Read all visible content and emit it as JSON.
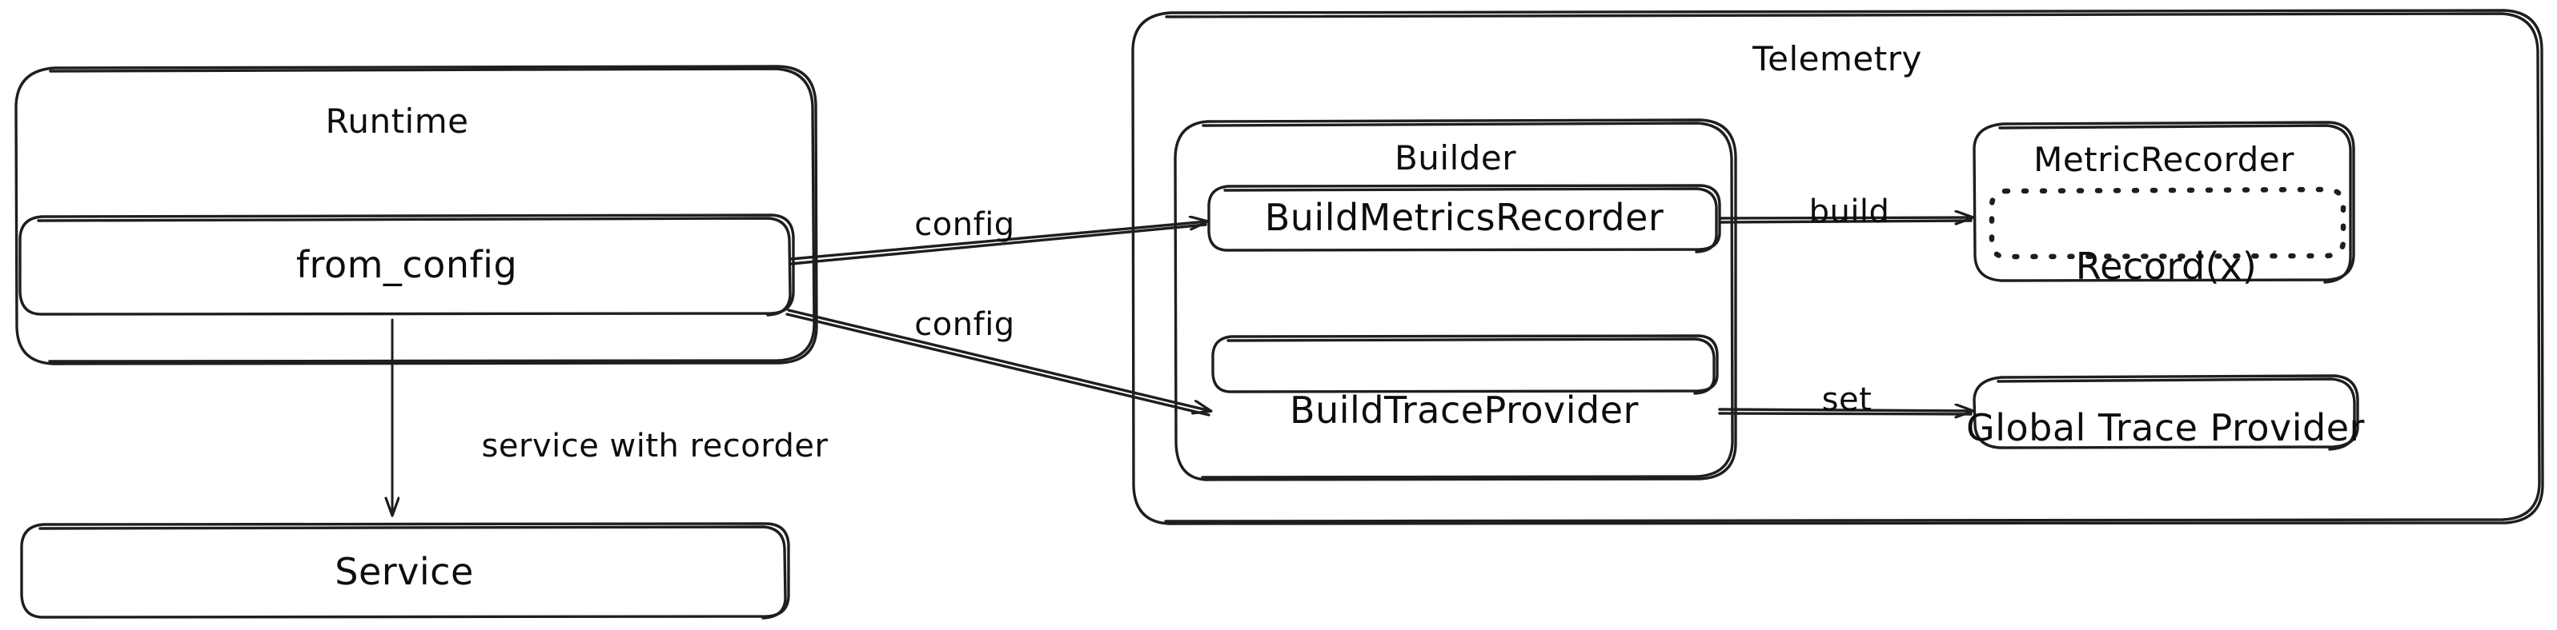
{
  "diagram": {
    "title": "Runtime telemetry wiring diagram",
    "style": "hand-drawn sketch",
    "stroke_color": "#1e1e1e",
    "text_color": "#0d0d0d",
    "background_color": "#ffffff",
    "containers": [
      {
        "id": "runtime",
        "label": "Runtime"
      },
      {
        "id": "telemetry",
        "label": "Telemetry"
      },
      {
        "id": "builder",
        "label": "Builder"
      },
      {
        "id": "metric_recorder",
        "label": "MetricRecorder"
      }
    ],
    "nodes": [
      {
        "id": "from_config",
        "label": "from_config",
        "border": "solid"
      },
      {
        "id": "service",
        "label": "Service",
        "border": "solid"
      },
      {
        "id": "build_metrics_recorder",
        "label": "BuildMetricsRecorder",
        "border": "solid"
      },
      {
        "id": "build_trace_provider",
        "label": "BuildTraceProvider",
        "border": "solid"
      },
      {
        "id": "record_x",
        "label": "Record(x)",
        "border": "dotted"
      },
      {
        "id": "global_trace_provider",
        "label": "Global Trace Provider",
        "border": "solid"
      }
    ],
    "edges": [
      {
        "id": "e1",
        "from": "from_config",
        "to": "build_metrics_recorder",
        "label": "config"
      },
      {
        "id": "e2",
        "from": "from_config",
        "to": "build_trace_provider",
        "label": "config"
      },
      {
        "id": "e3",
        "from": "from_config",
        "to": "service",
        "label": "service with recorder"
      },
      {
        "id": "e4",
        "from": "build_metrics_recorder",
        "to": "metric_recorder",
        "label": "build"
      },
      {
        "id": "e5",
        "from": "build_trace_provider",
        "to": "global_trace_provider",
        "label": "set"
      }
    ]
  }
}
